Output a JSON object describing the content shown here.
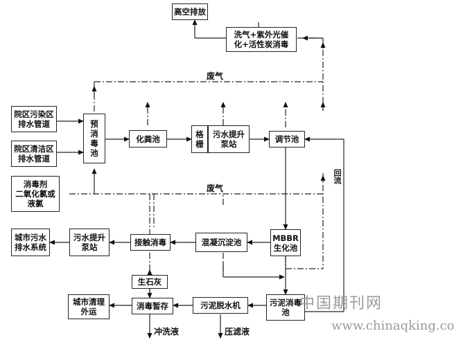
{
  "boxes": {
    "high_altitude_discharge": "高空排放",
    "treatment_unit": "洗气+紫外光催\n化+活性炭消毒",
    "hospital_polluted_pipe": "院区污染区\n排水管道",
    "hospital_clean_pipe": "院区清洁区\n排水管道",
    "disinfectant": "消毒剂\n二氧化氯或\n液氯",
    "pre_disinfection_tank": "预\n消\n毒\n池",
    "septic_tank": "化粪池",
    "grille": "格\n栅",
    "sewage_pump_station": "污水提升\n泵站",
    "regulating_tank": "调节池",
    "mbbr": "MBBR\n生化池",
    "coagulation_sedimentation": "混凝沉淀池",
    "contact_disinfection": "接触消毒",
    "sewage_pump_station_2": "污水提升\n泵站",
    "city_sewage_system": "城市污水\n排水系统",
    "quicklime": "生石灰",
    "sludge_disinfection_tank": "污泥消毒\n池",
    "sludge_dewatering": "污泥脱水机",
    "disinfection_storage": "消毒暂存",
    "city_cleaning": "城市清理\n外运"
  },
  "labels": {
    "waste_gas_top": "废气",
    "waste_gas_mid": "废气",
    "return_flow": "回流",
    "flushing_liquid": "冲洗液",
    "filtrate": "压滤液"
  },
  "watermark": {
    "cn": "中国期刊网",
    "url": "www.chinaqking.com"
  }
}
